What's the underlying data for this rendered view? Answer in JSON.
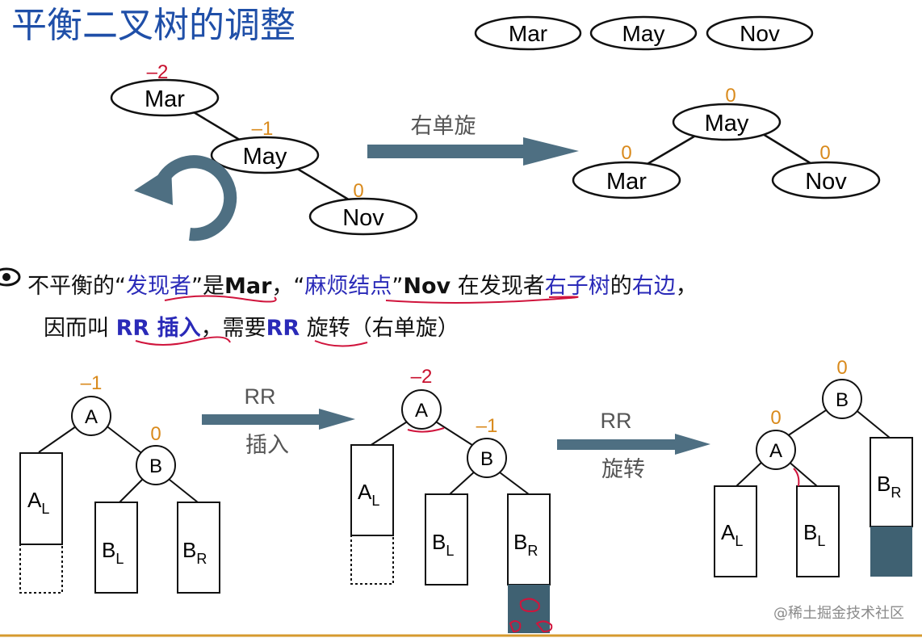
{
  "title": "平衡二叉树的调整",
  "legend_nodes": [
    "Mar",
    "May",
    "Nov"
  ],
  "before_tree": {
    "nodes": [
      {
        "label": "Mar",
        "factor": "–2"
      },
      {
        "label": "May",
        "factor": "–1"
      },
      {
        "label": "Nov",
        "factor": "0"
      }
    ]
  },
  "rotation_label": "右单旋",
  "after_tree": {
    "nodes": [
      {
        "label": "May",
        "factor": "0"
      },
      {
        "label": "Mar",
        "factor": "0"
      },
      {
        "label": "Nov",
        "factor": "0"
      }
    ]
  },
  "explanation": {
    "line1": {
      "p1": "不平衡的“",
      "discoverer": "发现者",
      "p2": "”是",
      "mar": "Mar",
      "p3": "，“",
      "troublemaker": "麻烦结点",
      "p4": "”",
      "nov": "Nov",
      "p5": " 在发现者",
      "right_subtree": "右子树",
      "p6": "的",
      "right_side": "右边",
      "p7": "，"
    },
    "line2": {
      "p1": "因而叫 ",
      "rr_insert": "RR 插入",
      "p2": "，需要",
      "rr": "RR",
      "p3": " 旋转（右单旋）"
    }
  },
  "general_case": {
    "arrow1": {
      "line1": "RR",
      "line2": "插入"
    },
    "arrow2": {
      "line1": "RR",
      "line2": "旋转"
    },
    "diagram1": {
      "factor_a": "–1",
      "factor_b": "0",
      "node_a": "A",
      "node_b": "B",
      "al": "A",
      "bl": "B",
      "br": "B"
    },
    "diagram2": {
      "factor_a": "–2",
      "factor_b": "–1",
      "node_a": "A",
      "node_b": "B",
      "al": "A",
      "bl": "B",
      "br": "B"
    },
    "diagram3": {
      "factor_b": "0",
      "factor_a": "0",
      "node_a": "A",
      "node_b": "B",
      "al": "A",
      "bl": "B",
      "br": "B"
    },
    "sub_l": "L",
    "sub_r": "R"
  },
  "watermark": "@稀土掘金技术社区",
  "colors": {
    "title": "#1f4fa8",
    "factor_orange": "#d98a1c",
    "factor_red": "#c8102e",
    "arrow": "#4e6f82",
    "highlight_blue": "#2a2ab8",
    "underline_red": "#d0143c",
    "baseline": "#d69a2e",
    "shaded": "#3f6172"
  },
  "icons": [
    "rotate-arrow-icon",
    "eye-bullet-icon"
  ]
}
